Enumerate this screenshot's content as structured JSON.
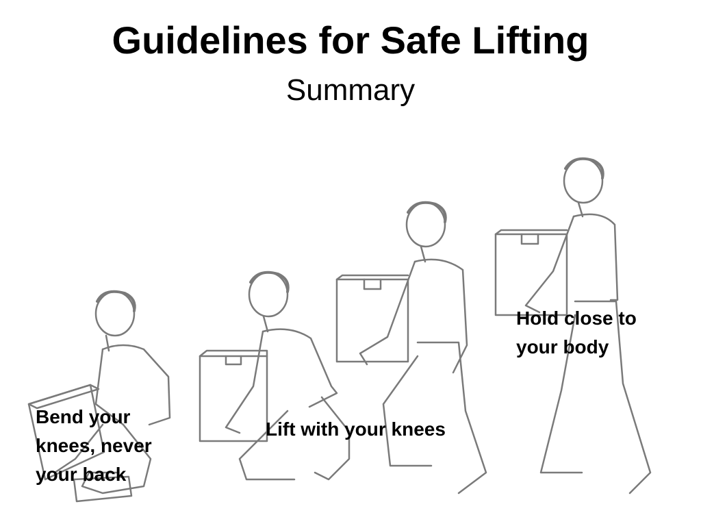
{
  "slide": {
    "title": "Guidelines for Safe Lifting",
    "subtitle": "Summary"
  },
  "captions": [
    {
      "text": "Bend your knees, never your back"
    },
    {
      "text": "Lift with your knees"
    },
    {
      "text": "Hold close to your body"
    }
  ],
  "colors": {
    "line": "#7a7a7a",
    "text": "#000000",
    "background": "#ffffff"
  }
}
